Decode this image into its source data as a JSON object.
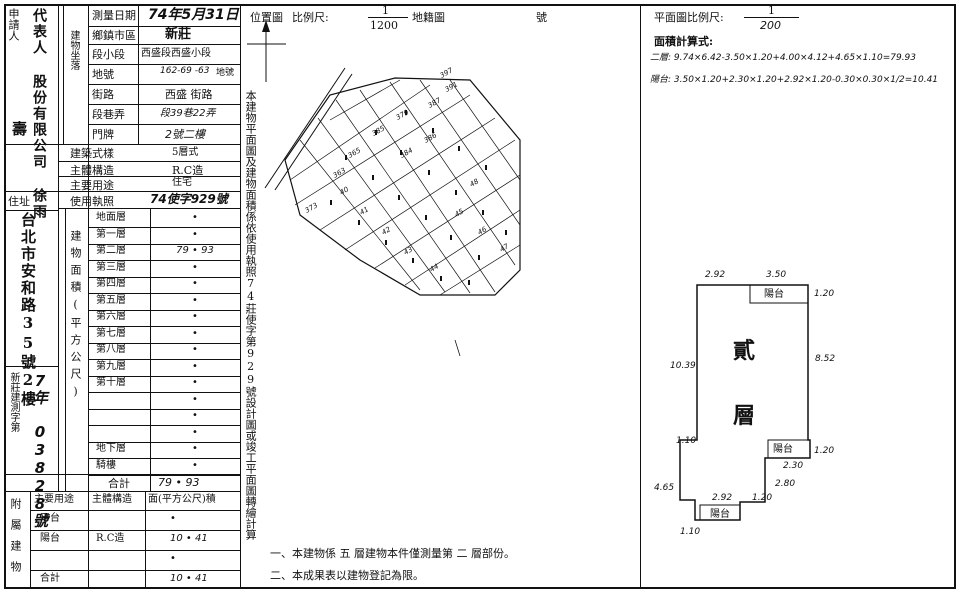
{
  "left": {
    "applicant_label": "申請人",
    "applicant_name": "代表人 股份有限公司 徐雨",
    "applicant_name_tail": "壽",
    "address_label": "住址",
    "address": "台北市安和路35號2樓",
    "survey_date_label": "測量日期",
    "survey_date": "74年5月31日",
    "township_label": "鄉鎮市區",
    "township": "新莊",
    "section_label": "段小段",
    "section": "西盛段西盛小段",
    "lot_label": "地號",
    "lot": "162-69 -63",
    "lot_suffix": "地號",
    "road_label": "街路",
    "road": "西盛 街路",
    "lane_label": "段巷弄",
    "lane": "段39巷22弄",
    "door_label": "門牌",
    "door": "2號二樓",
    "building_location_label": "建物坐落",
    "building_style_label": "建築式樣",
    "building_style": "5層式",
    "structure_label": "主體構造",
    "structure": "R.C造",
    "usage_label": "主要用途",
    "usage": "住宅",
    "permit_label": "使用執照",
    "permit": "74使字929號",
    "area_section_label": "建物面積(平方公尺)",
    "floors": [
      {
        "label": "地面層",
        "value": "•"
      },
      {
        "label": "第一層",
        "value": "•"
      },
      {
        "label": "第二層",
        "value": "79 • 93"
      },
      {
        "label": "第三層",
        "value": "•"
      },
      {
        "label": "第四層",
        "value": "•"
      },
      {
        "label": "第五層",
        "value": "•"
      },
      {
        "label": "第六層",
        "value": "•"
      },
      {
        "label": "第七層",
        "value": "•"
      },
      {
        "label": "第八層",
        "value": "•"
      },
      {
        "label": "第九層",
        "value": "•"
      },
      {
        "label": "第十層",
        "value": "•"
      },
      {
        "label": "",
        "value": "•"
      },
      {
        "label": "",
        "value": "•"
      },
      {
        "label": "",
        "value": "•"
      },
      {
        "label": "地下層",
        "value": "•"
      },
      {
        "label": "騎樓",
        "value": "•"
      }
    ],
    "total_label": "合計",
    "total": "79 • 93",
    "permit_no_label": "新莊建測字第",
    "permit_no": "7年 03828號",
    "appendix_label": "附屬建物",
    "appendix_headers": [
      "主要用途",
      "主體構造",
      "面(平方公尺)積"
    ],
    "appendix_rows": [
      {
        "use": "平台",
        "structure": "",
        "area": "•"
      },
      {
        "use": "陽台",
        "structure": "R.C造",
        "area": "10 • 41"
      },
      {
        "use": "",
        "structure": "",
        "area": "•"
      },
      {
        "use": "合計",
        "structure": "",
        "area": "10 • 41"
      }
    ]
  },
  "middle": {
    "location_title": "位置圖",
    "scale_label": "比例尺:",
    "scale_num": "1",
    "scale_den": "1200",
    "cadastral_label": "地籍圖",
    "sheet_no_label": "號",
    "vertical_note": "本建物平面圖及建物面積係依使用執照74莊使字第929號設計圖或竣工平面圖轉繪計算",
    "note1": "一、本建物係 五 層建物本件僅測量第 二 層部份。",
    "note2": "二、本成果表以建物登記為限。",
    "lot_numbers": [
      "397",
      "391",
      "387",
      "385",
      "379",
      "365",
      "363",
      "373",
      "384",
      "386",
      "40",
      "41",
      "42",
      "43",
      "44",
      "45",
      "46",
      "47",
      "48"
    ]
  },
  "right": {
    "plan_scale_label": "平面圖比例尺:",
    "plan_scale_num": "1",
    "plan_scale_den": "200",
    "calc_title": "面積計算式:",
    "calc_line1": "二層: 9.74×6.42-3.50×1.20+4.00×4.12+4.65×1.10=79.93",
    "calc_line2": "陽台: 3.50×1.20+2.30×1.20+2.92×1.20-0.30×0.30×1/2=10.41",
    "floor_name_top": "貳",
    "floor_name_bottom": "層",
    "balcony_label": "陽台",
    "dims": [
      "2.92",
      "3.50",
      "1.20",
      "10.39",
      "8.52",
      "1.10",
      "1.20",
      "2.30",
      "2.80",
      "4.65",
      "2.92",
      "1.20",
      "1.10"
    ]
  }
}
